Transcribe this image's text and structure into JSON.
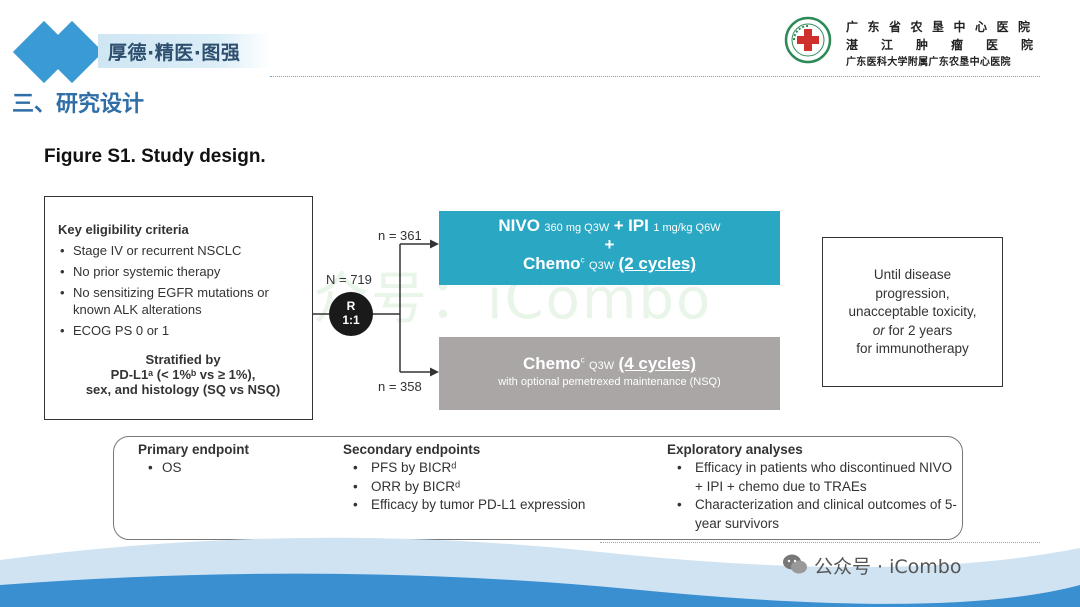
{
  "header": {
    "slogan": "厚德·精医·图强",
    "section_title": "三、研究设计",
    "hospital_line1": "广东省农垦中心医院",
    "hospital_line2": "湛江肿瘤医院",
    "hospital_line3": "广东医科大学附属广东农垦中心医院"
  },
  "figure_title": "Figure S1. Study design.",
  "criteria": {
    "heading": "Key eligibility criteria",
    "items": [
      "Stage IV or recurrent NSCLC",
      "No prior systemic therapy",
      "No sensitizing EGFR mutations or known ALK alterations",
      "ECOG PS 0 or 1"
    ],
    "strat_line1": "Stratified by",
    "strat_line2": "PD-L1ᵃ (< 1%ᵇ vs ≥ 1%),",
    "strat_line3": "sex, and histology (SQ vs NSQ)"
  },
  "randomization": {
    "n_total": "N = 719",
    "n_arm1": "n = 361",
    "n_arm2": "n = 358",
    "label_r": "R",
    "label_ratio": "1:1"
  },
  "arm1": {
    "drug1": "NIVO",
    "dose1": "360 mg Q3W",
    "plus1": "+",
    "drug2": "IPI",
    "dose2": "1 mg/kg Q6W",
    "plus2": "+",
    "chemo": "Chemo",
    "chemo_sup": "c",
    "chemo_sched": "Q3W",
    "cycles": "(2 cycles)"
  },
  "arm2": {
    "chemo": "Chemo",
    "chemo_sup": "c",
    "chemo_sched": "Q3W",
    "cycles": "(4 cycles)",
    "note": "with optional pemetrexed maintenance (NSQ)"
  },
  "end_condition": {
    "line1": "Until disease",
    "line2": "progression,",
    "line3": "unacceptable toxicity,",
    "line4_or": "or",
    "line4_rest": "for 2 years",
    "line5": "for immunotherapy"
  },
  "endpoints": {
    "primary_heading": "Primary endpoint",
    "primary_items": [
      "OS"
    ],
    "secondary_heading": "Secondary endpoints",
    "secondary_items": [
      "PFS by BICRᵈ",
      "ORR by BICRᵈ",
      "Efficacy by tumor PD-L1 expression"
    ],
    "exploratory_heading": "Exploratory analyses",
    "exploratory_items": [
      "Efficacy in patients who discontinued NIVO + IPI + chemo due to TRAEs",
      "Characterization and clinical outcomes of 5-year survivors"
    ]
  },
  "watermark_center": "公众号：iCombo",
  "watermark_footer": "公众号 · iCombo",
  "colors": {
    "arm1_bg": "#2aa7c3",
    "arm2_bg": "#a9a6a5",
    "accent_blue": "#3a9ad6",
    "title_blue": "#2f6ea6"
  }
}
